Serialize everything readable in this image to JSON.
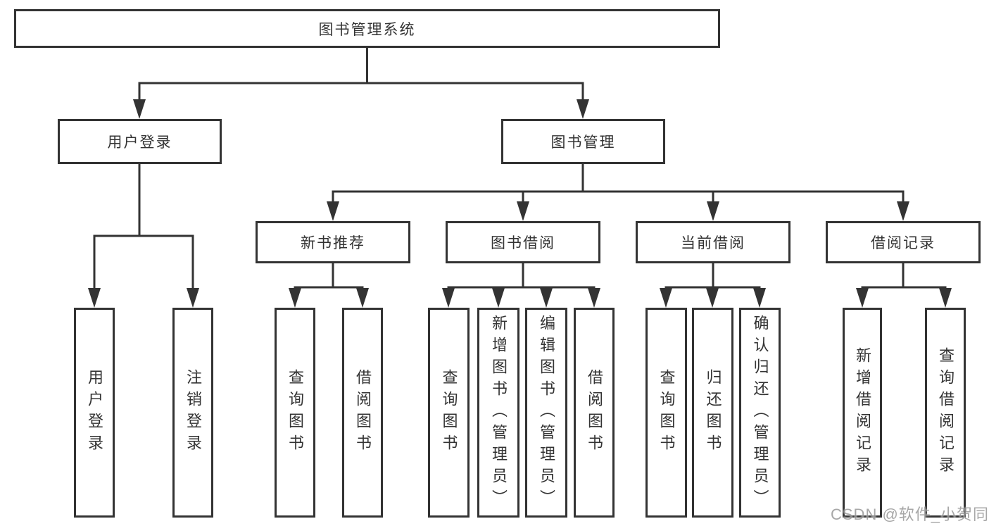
{
  "diagram": {
    "type": "tree",
    "line_color": "#333333",
    "text_color": "#333333",
    "box_background": "#ffffff",
    "root": {
      "label": "图书管理系统"
    },
    "branches": [
      {
        "label": "用户登录",
        "children": [
          {
            "label": "用户登录"
          },
          {
            "label": "注销登录"
          }
        ]
      },
      {
        "label": "图书管理",
        "children": [
          {
            "label": "新书推荐",
            "children": [
              {
                "label": "查询图书"
              },
              {
                "label": "借阅图书"
              }
            ]
          },
          {
            "label": "图书借阅",
            "children": [
              {
                "label": "查询图书"
              },
              {
                "label": "新增图书（管理员）"
              },
              {
                "label": "编辑图书（管理员）"
              },
              {
                "label": "借阅图书"
              }
            ]
          },
          {
            "label": "当前借阅",
            "children": [
              {
                "label": "查询图书"
              },
              {
                "label": "归还图书"
              },
              {
                "label": "确认归还（管理员）"
              }
            ]
          },
          {
            "label": "借阅记录",
            "children": [
              {
                "label": "新增借阅记录"
              },
              {
                "label": "查询借阅记录"
              }
            ]
          }
        ]
      }
    ]
  },
  "watermark": {
    "text": "CSDN @软件_小贺同学",
    "color": "#828282"
  }
}
